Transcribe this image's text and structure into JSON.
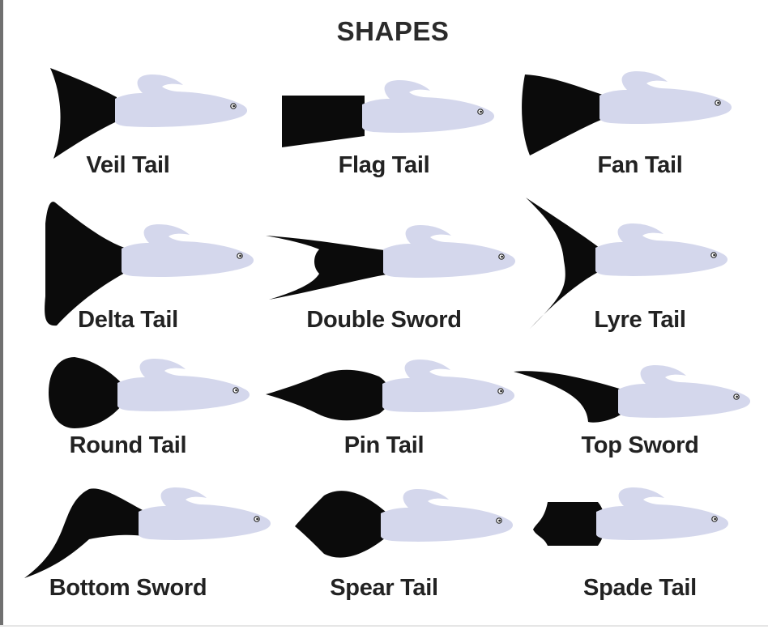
{
  "title": "SHAPES",
  "colors": {
    "tail": "#0b0b0b",
    "body": "#d4d7ec",
    "eye": "#2a2a2a",
    "text": "#222222"
  },
  "tails": [
    {
      "name": "Veil Tail",
      "shape": "veil"
    },
    {
      "name": "Flag Tail",
      "shape": "flag"
    },
    {
      "name": "Fan Tail",
      "shape": "fan"
    },
    {
      "name": "Delta Tail",
      "shape": "delta"
    },
    {
      "name": "Double Sword",
      "shape": "double-sword"
    },
    {
      "name": "Lyre Tail",
      "shape": "lyre"
    },
    {
      "name": "Round Tail",
      "shape": "round"
    },
    {
      "name": "Pin Tail",
      "shape": "pin"
    },
    {
      "name": "Top Sword",
      "shape": "top-sword"
    },
    {
      "name": "Bottom Sword",
      "shape": "bottom-sword"
    },
    {
      "name": "Spear Tail",
      "shape": "spear"
    },
    {
      "name": "Spade Tail",
      "shape": "spade"
    }
  ]
}
